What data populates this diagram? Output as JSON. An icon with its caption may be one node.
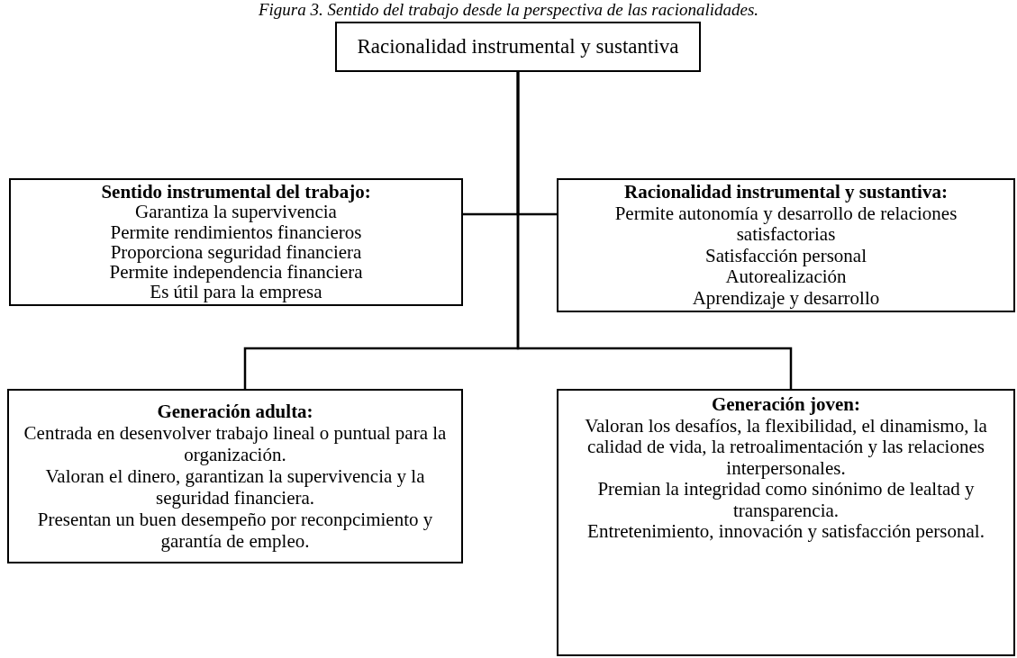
{
  "diagram": {
    "title": "Figura 3. Sentido del trabajo desde la perspectiva de las racionalidades.",
    "nodes": [
      {
        "text": [
          "Racionalidad instrumental y sustantiva"
        ]
      },
      {
        "text": [
          "Sentido instrumental del trabajo:",
          "Garantiza la supervivencia",
          "Permite rendimientos financieros",
          "Proporciona seguridad financiera",
          "Permite independencia financiera",
          "Es útil para la empresa"
        ]
      },
      {
        "text": [
          "**Racionalidad instrumental y sustantiva**:",
          "Permite autonomía y desarrollo de relaciones satisfactorias",
          "Satisfacción personal",
          "Autorealización",
          "Aprendizaje y desarrollo"
        ]
      },
      {
        "text": [
          "Generación adulta:",
          "Centrada en desenvolver trabajo lineal o puntual para la organización.",
          "Valoran el dinero, garantizan la supervivencia y la seguridad financiera.",
          "Presentan un buen desempeño por reconpcimiento y garantía de empleo."
        ]
      },
      {
        "text": [
          "Generación joven:",
          "Valoran los desafíos, la flexibilidad, el dinamismo, la calidad de vida, la retroalimentación y las relaciones interpersonales.",
          "Premian la integridad como sinónimo de lealtad y transparencia.",
          "Entretenimiento, innovación y satisfacción personal."
        ]
      }
    ],
    "edges": [
      {
        "from": 0,
        "to": 1,
        "arrow": "none"
      },
      {
        "from": 0,
        "to": 2,
        "arrow": "none"
      },
      {
        "from": 0,
        "to": 3,
        "arrow": "none"
      },
      {
        "from": 0,
        "to": 4,
        "arrow": "none"
      }
    ]
  }
}
